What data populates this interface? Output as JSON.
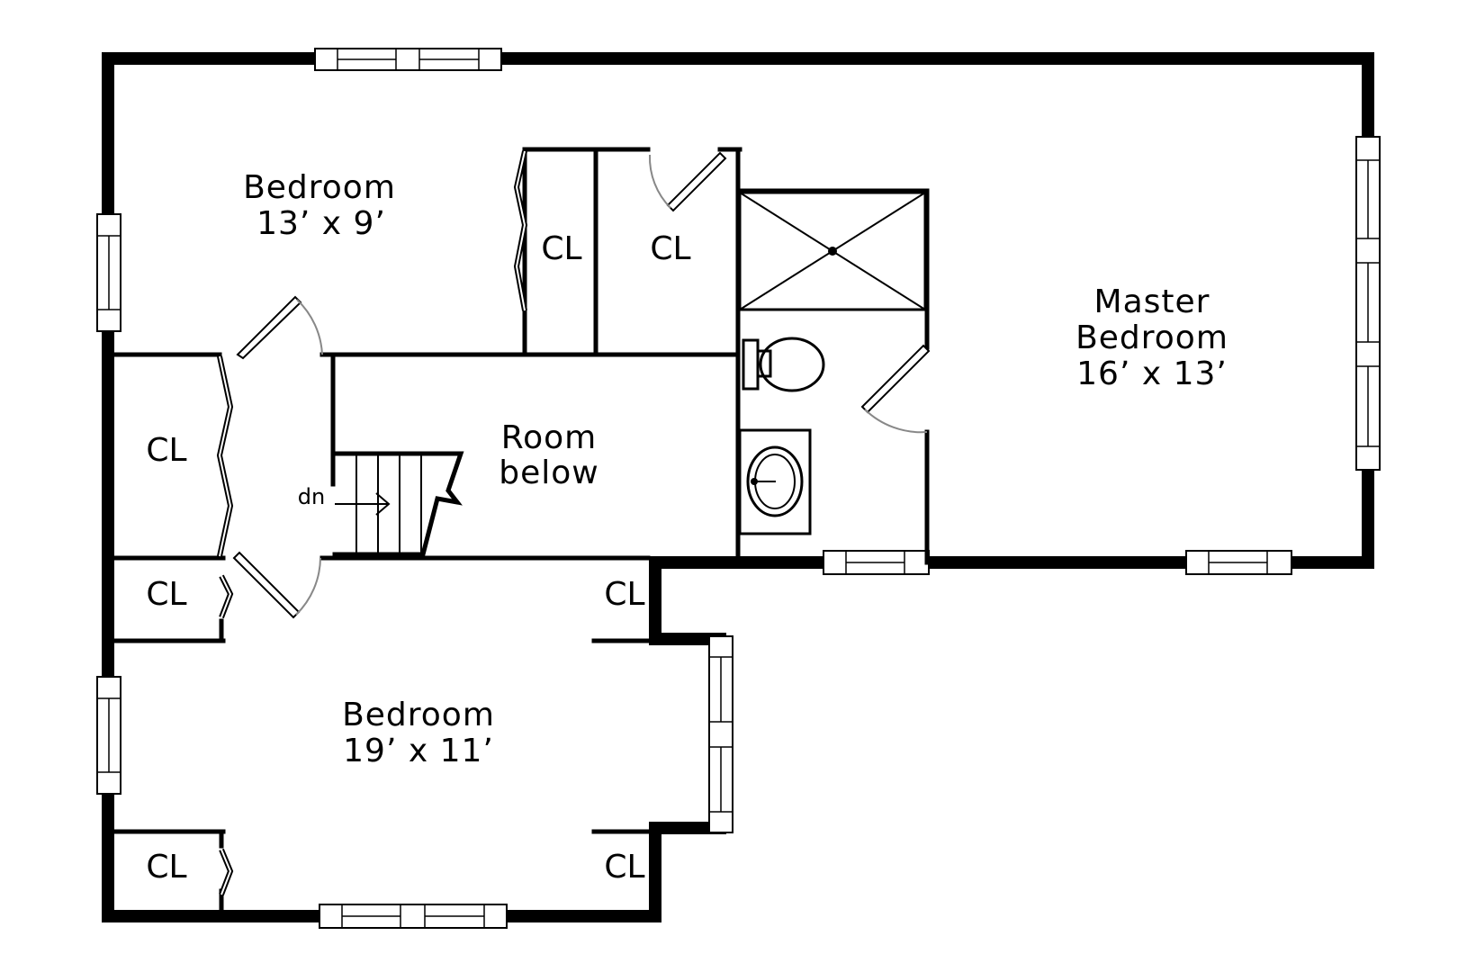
{
  "rooms": {
    "bedroom_top": {
      "name": "Bedroom",
      "size": "13’ x 9’"
    },
    "master": {
      "line1": "Master",
      "line2": "Bedroom",
      "size": "16’ x 13’"
    },
    "room_below": {
      "line1": "Room",
      "line2": "below"
    },
    "bedroom_bottom": {
      "name": "Bedroom",
      "size": "19’ x 11’"
    }
  },
  "closets": {
    "cl_top_left": "CL",
    "cl_top_right": "CL",
    "cl_left_mid": "CL",
    "cl_left_small": "CL",
    "cl_right_small": "CL",
    "cl_bottom_left": "CL",
    "cl_bottom_right": "CL"
  },
  "stairs": {
    "direction_label": "dn"
  },
  "colors": {
    "wall": "#000000",
    "background": "#ffffff",
    "door_swing": "#888888"
  }
}
